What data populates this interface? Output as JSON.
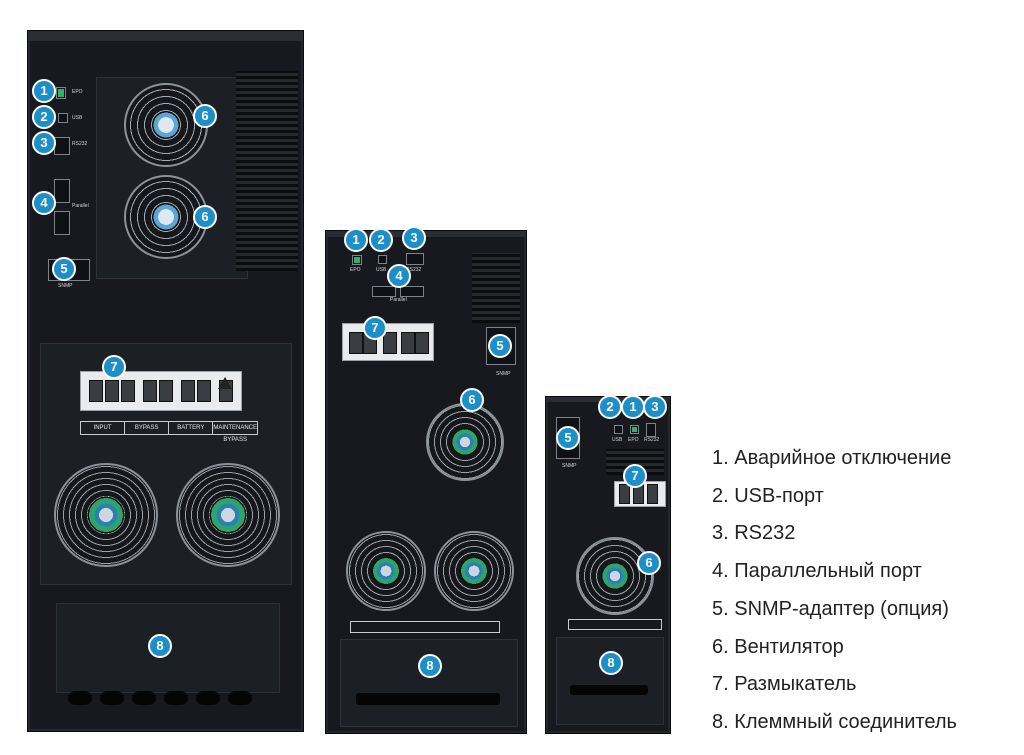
{
  "photo": {
    "description_icons": [
      "ups-cabinet-large",
      "ups-cabinet-medium",
      "ups-cabinet-small"
    ],
    "badge_color": "#1d8fc8",
    "cabinet_color": "#17191e"
  },
  "large_cabinet": {
    "port_labels": {
      "epo": "EPO",
      "usb": "USB",
      "rs232": "RS232",
      "parallel": "Parallel",
      "snmp": "SNMP"
    },
    "breaker_labels": [
      "INPUT",
      "BYPASS",
      "BATTERY",
      "MAINTENANCE BYPASS"
    ],
    "badges": [
      "1",
      "2",
      "3",
      "4",
      "5",
      "6",
      "6",
      "7",
      "8"
    ]
  },
  "medium_cabinet": {
    "port_labels": {
      "epo": "EPO",
      "usb": "USB",
      "rs232": "RS232",
      "parallel": "Parallel",
      "snmp": "SNMP"
    },
    "badges": [
      "1",
      "2",
      "3",
      "4",
      "5",
      "6",
      "7",
      "8"
    ]
  },
  "small_cabinet": {
    "port_labels": {
      "epo": "EPO",
      "usb": "USB",
      "rs232": "RS232",
      "snmp": "SNMP"
    },
    "badges": [
      "2",
      "1",
      "3",
      "5",
      "7",
      "6",
      "8"
    ]
  },
  "legend": [
    "1. Аварийное отключение",
    "2. USB-порт",
    "3. RS232",
    "4. Параллельный порт",
    "5. SNMP-адаптер (опция)",
    "6. Вентилятор",
    "7. Размыкатель",
    "8. Клеммный соединитель"
  ]
}
